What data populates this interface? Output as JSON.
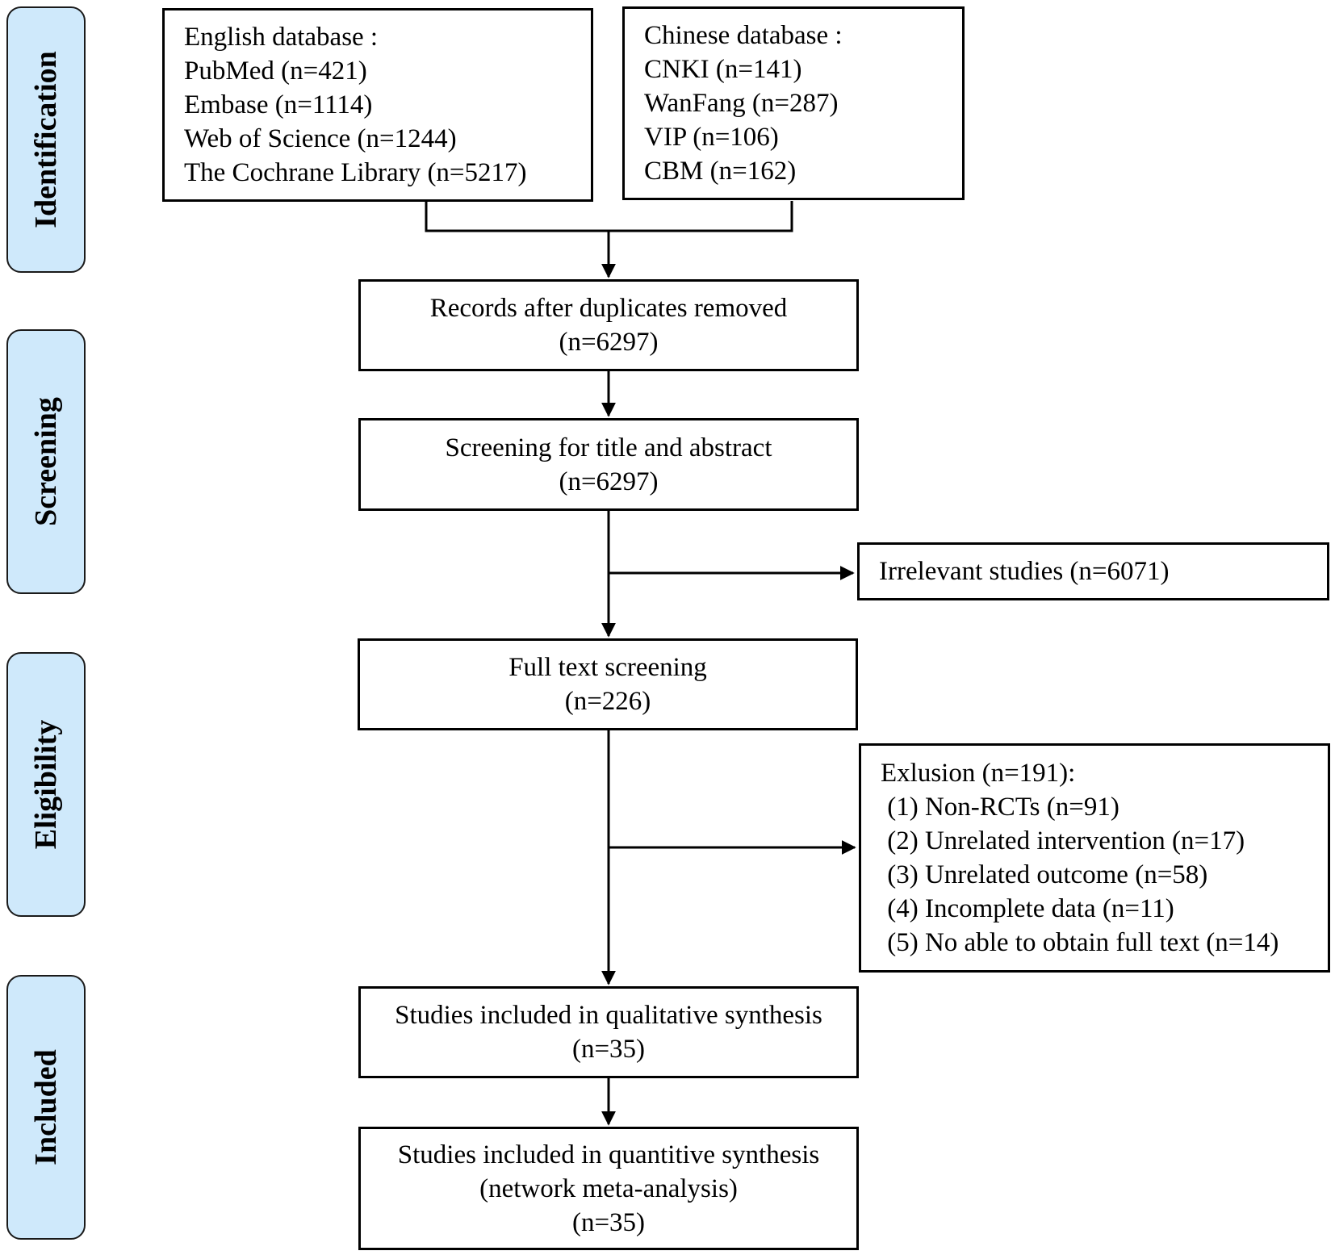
{
  "stages": {
    "identification": "Identification",
    "screening": "Screening",
    "eligibility": "Eligibility",
    "included": "Included"
  },
  "english_db": {
    "title": "English database :",
    "items": [
      "PubMed (n=421)",
      "Embase (n=1114)",
      "Web of Science (n=1244)",
      "The Cochrane Library (n=5217)"
    ]
  },
  "chinese_db": {
    "title": "Chinese database :",
    "items": [
      "CNKI (n=141)",
      "WanFang (n=287)",
      "VIP (n=106)",
      "CBM (n=162)"
    ]
  },
  "duplicates_removed": {
    "label": "Records after duplicates removed",
    "count": "(n=6297)"
  },
  "title_abstract": {
    "label": "Screening for title and abstract",
    "count": "(n=6297)"
  },
  "irrelevant": {
    "label": "Irrelevant studies (n=6071)"
  },
  "full_text": {
    "label": "Full text screening",
    "count": "(n=226)"
  },
  "exclusion": {
    "title": "Exlusion (n=191):",
    "items": [
      " (1) Non-RCTs (n=91)",
      " (2) Unrelated intervention (n=17)",
      " (3) Unrelated outcome (n=58)",
      " (4) Incomplete data (n=11)",
      " (5) No able to obtain full text (n=14)"
    ]
  },
  "qualitative": {
    "label": "Studies included in qualitative synthesis",
    "count": "(n=35)"
  },
  "quantitative": {
    "label": "Studies included in quantitive synthesis",
    "sublabel": "(network meta-analysis)",
    "count": "(n=35)"
  },
  "colors": {
    "stage_fill": "#cfe9fb",
    "stroke": "#000000"
  }
}
